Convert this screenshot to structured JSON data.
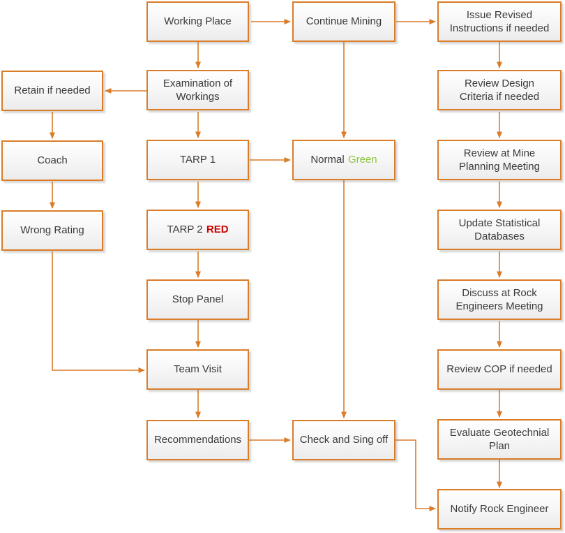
{
  "colors": {
    "box_border": "#da7c28",
    "arrow": "#da7c28",
    "text": "#3a3a3a",
    "green_highlight": "#8cc63f",
    "red_highlight": "#cc0000",
    "box_fill_top": "#ffffff",
    "box_fill_bottom": "#ececec"
  },
  "nodes": {
    "working_place": {
      "label": "Working Place"
    },
    "continue_mining": {
      "label": "Continue Mining"
    },
    "issue_revised": {
      "label": "Issue Revised Instructions if needed"
    },
    "examination": {
      "label": "Examination of Workings"
    },
    "retain": {
      "label": "Retain if needed"
    },
    "coach": {
      "label": "Coach"
    },
    "wrong_rating": {
      "label": "Wrong Rating"
    },
    "tarp1": {
      "label": "TARP 1"
    },
    "tarp2": {
      "label": "TARP 2",
      "highlight": "RED"
    },
    "normal": {
      "label": "Normal",
      "highlight": "Green"
    },
    "stop_panel": {
      "label": "Stop Panel"
    },
    "team_visit": {
      "label": "Team Visit"
    },
    "recommendations": {
      "label": "Recommendations"
    },
    "check_sign_off": {
      "label": "Check and Sing off"
    },
    "review_design": {
      "label": "Review Design Criteria if needed"
    },
    "review_mine_planning": {
      "label": "Review at Mine Planning Meeting"
    },
    "update_statistical": {
      "label": "Update Statistical Databases"
    },
    "discuss_rock": {
      "label": "Discuss at Rock Engineers Meeting"
    },
    "review_cop": {
      "label": "Review COP if needed"
    },
    "evaluate_geo": {
      "label": "Evaluate Geotechnial Plan"
    },
    "notify_rock": {
      "label": "Notify Rock Engineer"
    }
  },
  "edges": [
    {
      "from": "working_place",
      "to": "continue_mining"
    },
    {
      "from": "continue_mining",
      "to": "issue_revised"
    },
    {
      "from": "working_place",
      "to": "examination"
    },
    {
      "from": "examination",
      "to": "retain"
    },
    {
      "from": "retain",
      "to": "coach"
    },
    {
      "from": "coach",
      "to": "wrong_rating"
    },
    {
      "from": "wrong_rating",
      "to": "team_visit"
    },
    {
      "from": "examination",
      "to": "tarp1"
    },
    {
      "from": "tarp1",
      "to": "normal"
    },
    {
      "from": "tarp1",
      "to": "tarp2"
    },
    {
      "from": "tarp2",
      "to": "stop_panel"
    },
    {
      "from": "stop_panel",
      "to": "team_visit"
    },
    {
      "from": "team_visit",
      "to": "recommendations"
    },
    {
      "from": "recommendations",
      "to": "check_sign_off"
    },
    {
      "from": "continue_mining",
      "to": "normal"
    },
    {
      "from": "normal",
      "to": "check_sign_off"
    },
    {
      "from": "issue_revised",
      "to": "review_design"
    },
    {
      "from": "review_design",
      "to": "review_mine_planning"
    },
    {
      "from": "review_mine_planning",
      "to": "update_statistical"
    },
    {
      "from": "update_statistical",
      "to": "discuss_rock"
    },
    {
      "from": "discuss_rock",
      "to": "review_cop"
    },
    {
      "from": "review_cop",
      "to": "evaluate_geo"
    },
    {
      "from": "evaluate_geo",
      "to": "notify_rock"
    },
    {
      "from": "check_sign_off",
      "to": "notify_rock"
    }
  ]
}
